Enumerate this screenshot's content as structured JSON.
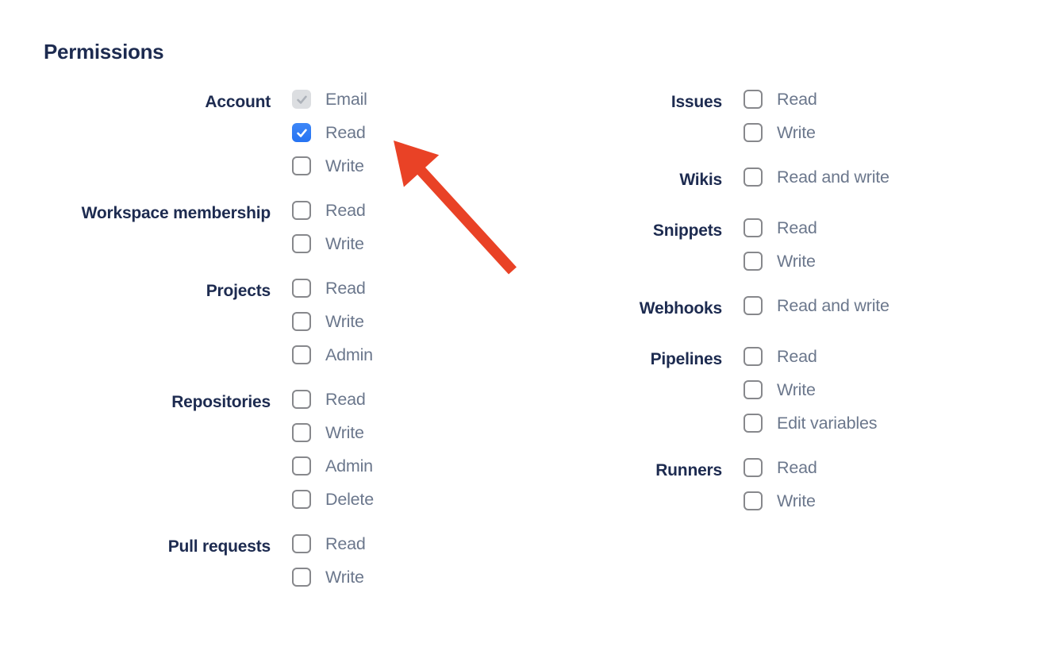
{
  "page": {
    "heading": "Permissions"
  },
  "colors": {
    "heading_navy": "#1D2B50",
    "option_label_gray": "#6B778C",
    "checkbox_checked_blue": "#2E7CF6",
    "checkbox_disabled_bg": "#DCDEE1",
    "checkbox_border_gray": "#87888C",
    "arrow_red": "#E94226"
  },
  "permissions": {
    "left_column": [
      {
        "group": "Account",
        "options": [
          {
            "label": "Email",
            "state": "disabled-checked"
          },
          {
            "label": "Read",
            "state": "checked"
          },
          {
            "label": "Write",
            "state": "unchecked"
          }
        ]
      },
      {
        "group": "Workspace membership",
        "options": [
          {
            "label": "Read",
            "state": "unchecked"
          },
          {
            "label": "Write",
            "state": "unchecked"
          }
        ]
      },
      {
        "group": "Projects",
        "options": [
          {
            "label": "Read",
            "state": "unchecked"
          },
          {
            "label": "Write",
            "state": "unchecked"
          },
          {
            "label": "Admin",
            "state": "unchecked"
          }
        ]
      },
      {
        "group": "Repositories",
        "options": [
          {
            "label": "Read",
            "state": "unchecked"
          },
          {
            "label": "Write",
            "state": "unchecked"
          },
          {
            "label": "Admin",
            "state": "unchecked"
          },
          {
            "label": "Delete",
            "state": "unchecked"
          }
        ]
      },
      {
        "group": "Pull requests",
        "options": [
          {
            "label": "Read",
            "state": "unchecked"
          },
          {
            "label": "Write",
            "state": "unchecked"
          }
        ]
      }
    ],
    "right_column": [
      {
        "group": "Issues",
        "options": [
          {
            "label": "Read",
            "state": "unchecked"
          },
          {
            "label": "Write",
            "state": "unchecked"
          }
        ]
      },
      {
        "group": "Wikis",
        "options": [
          {
            "label": "Read and write",
            "state": "unchecked"
          }
        ]
      },
      {
        "group": "Snippets",
        "options": [
          {
            "label": "Read",
            "state": "unchecked"
          },
          {
            "label": "Write",
            "state": "unchecked"
          }
        ]
      },
      {
        "group": "Webhooks",
        "options": [
          {
            "label": "Read and write",
            "state": "unchecked"
          }
        ]
      },
      {
        "group": "Pipelines",
        "options": [
          {
            "label": "Read",
            "state": "unchecked"
          },
          {
            "label": "Write",
            "state": "unchecked"
          },
          {
            "label": "Edit variables",
            "state": "unchecked"
          }
        ]
      },
      {
        "group": "Runners",
        "options": [
          {
            "label": "Read",
            "state": "unchecked"
          },
          {
            "label": "Write",
            "state": "unchecked"
          }
        ]
      }
    ],
    "annotation": {
      "type": "red-arrow",
      "points_to": "account-read-checkbox"
    }
  }
}
